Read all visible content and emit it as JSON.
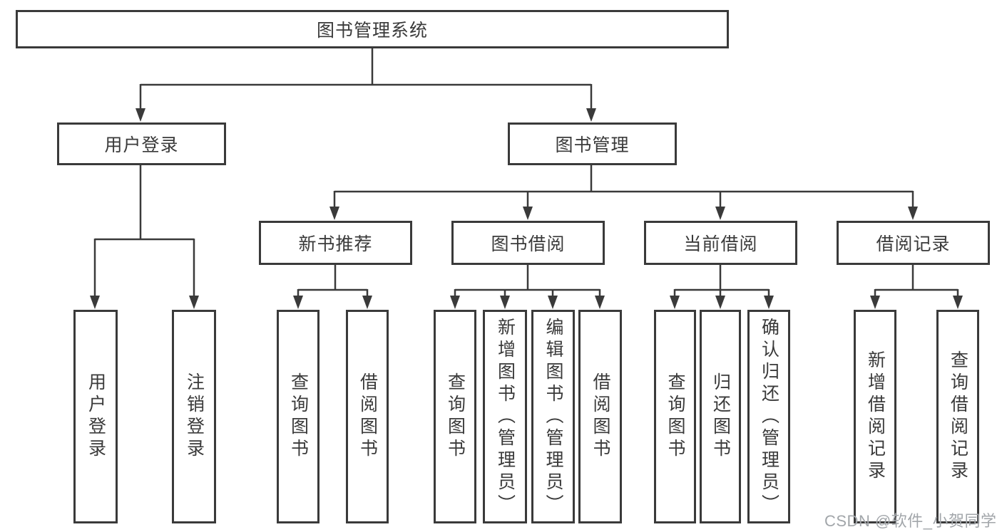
{
  "colors": {
    "line": "#3a3a3a",
    "text": "#3a3a3a",
    "background": "#ffffff",
    "watermark": "#a2a6aa"
  },
  "watermark": {
    "text": "CSDN @软件_小贺同学"
  },
  "tree": {
    "root": {
      "label": "图书管理系统"
    },
    "branches": [
      {
        "label": "用户登录",
        "children": [
          {
            "label": "用户登录"
          },
          {
            "label": "注销登录"
          }
        ]
      },
      {
        "label": "图书管理",
        "children": [
          {
            "label": "新书推荐",
            "children": [
              {
                "label": "查询图书"
              },
              {
                "label": "借阅图书"
              }
            ]
          },
          {
            "label": "图书借阅",
            "children": [
              {
                "label": "查询图书"
              },
              {
                "label": "新增图书（管理员）"
              },
              {
                "label": "编辑图书（管理员）"
              },
              {
                "label": "借阅图书"
              }
            ]
          },
          {
            "label": "当前借阅",
            "children": [
              {
                "label": "查询图书"
              },
              {
                "label": "归还图书"
              },
              {
                "label": "确认归还（管理员）"
              }
            ]
          },
          {
            "label": "借阅记录",
            "children": [
              {
                "label": "新增借阅记录"
              },
              {
                "label": "查询借阅记录"
              }
            ]
          }
        ]
      }
    ]
  }
}
